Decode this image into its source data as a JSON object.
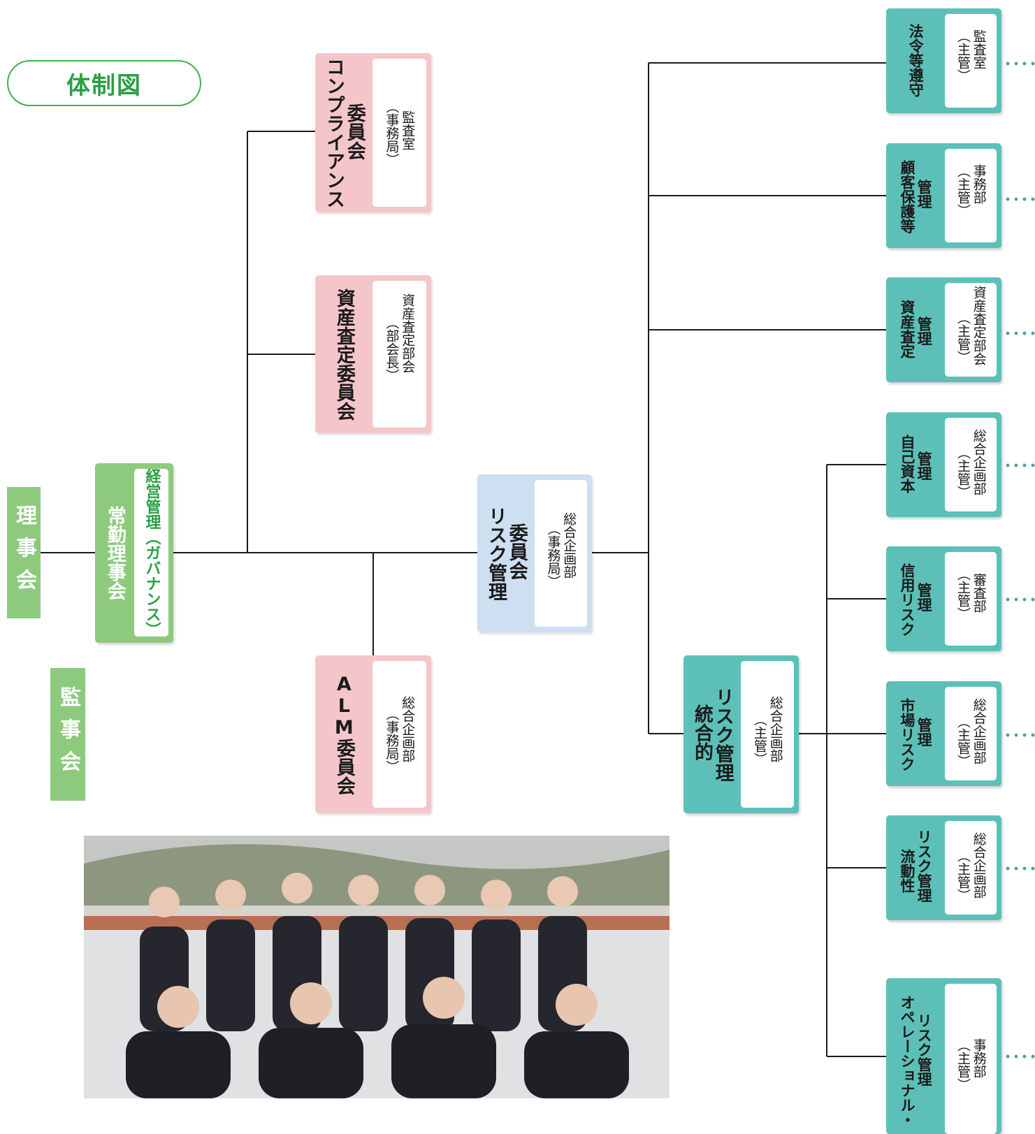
{
  "title": "体制図",
  "board": "理事会",
  "auditors": "監事会",
  "executive": {
    "name": "常勤理事会",
    "note": "経営管理（ガバナンス）"
  },
  "committees": {
    "compliance": {
      "name": [
        "コンプライアンス",
        "委員会"
      ],
      "note": [
        "（事務局）",
        "監査室"
      ]
    },
    "asset_assessment": {
      "name": [
        "資産査定委員会"
      ],
      "note": [
        "（部会長）",
        "資産査定部会"
      ]
    },
    "risk": {
      "name": [
        "リスク管理",
        "委員会"
      ],
      "note": [
        "（事務局）",
        "総合企画部"
      ]
    },
    "alm": {
      "name": [
        "ALM委員会"
      ],
      "note": [
        "（事務局）",
        "総合企画部"
      ]
    },
    "integrated": {
      "name": [
        "統合的",
        "リスク管理"
      ],
      "note": [
        "（主管）",
        "総合企画部"
      ]
    }
  },
  "right_boxes": [
    {
      "name": [
        "法令等遵守"
      ],
      "note": [
        "（主管）",
        "監査室"
      ]
    },
    {
      "name": [
        "顧客保護等",
        "管理"
      ],
      "note": [
        "（主管）",
        "事務部"
      ]
    },
    {
      "name": [
        "資産査定",
        "管理"
      ],
      "note": [
        "（主管）",
        "資産査定部会"
      ]
    },
    {
      "name": [
        "自己資本",
        "管理"
      ],
      "note": [
        "（主管）",
        "総合企画部"
      ]
    },
    {
      "name": [
        "信用リスク",
        "管理"
      ],
      "note": [
        "（主管）",
        "審査部"
      ]
    },
    {
      "name": [
        "市場リスク",
        "管理"
      ],
      "note": [
        "（主管）",
        "総合企画部"
      ]
    },
    {
      "name": [
        "流動性",
        "リスク管理"
      ],
      "note": [
        "（主管）",
        "総合企画部"
      ]
    },
    {
      "name": [
        "オペレーショナル・",
        "リスク管理"
      ],
      "note": [
        "（主管）",
        "事務部"
      ]
    }
  ],
  "colors": {
    "accent_green": "#2aa045",
    "pink": "#f5c6c9",
    "blue": "#cddff1",
    "teal": "#5cc0b8",
    "green": "#8dca7d"
  }
}
